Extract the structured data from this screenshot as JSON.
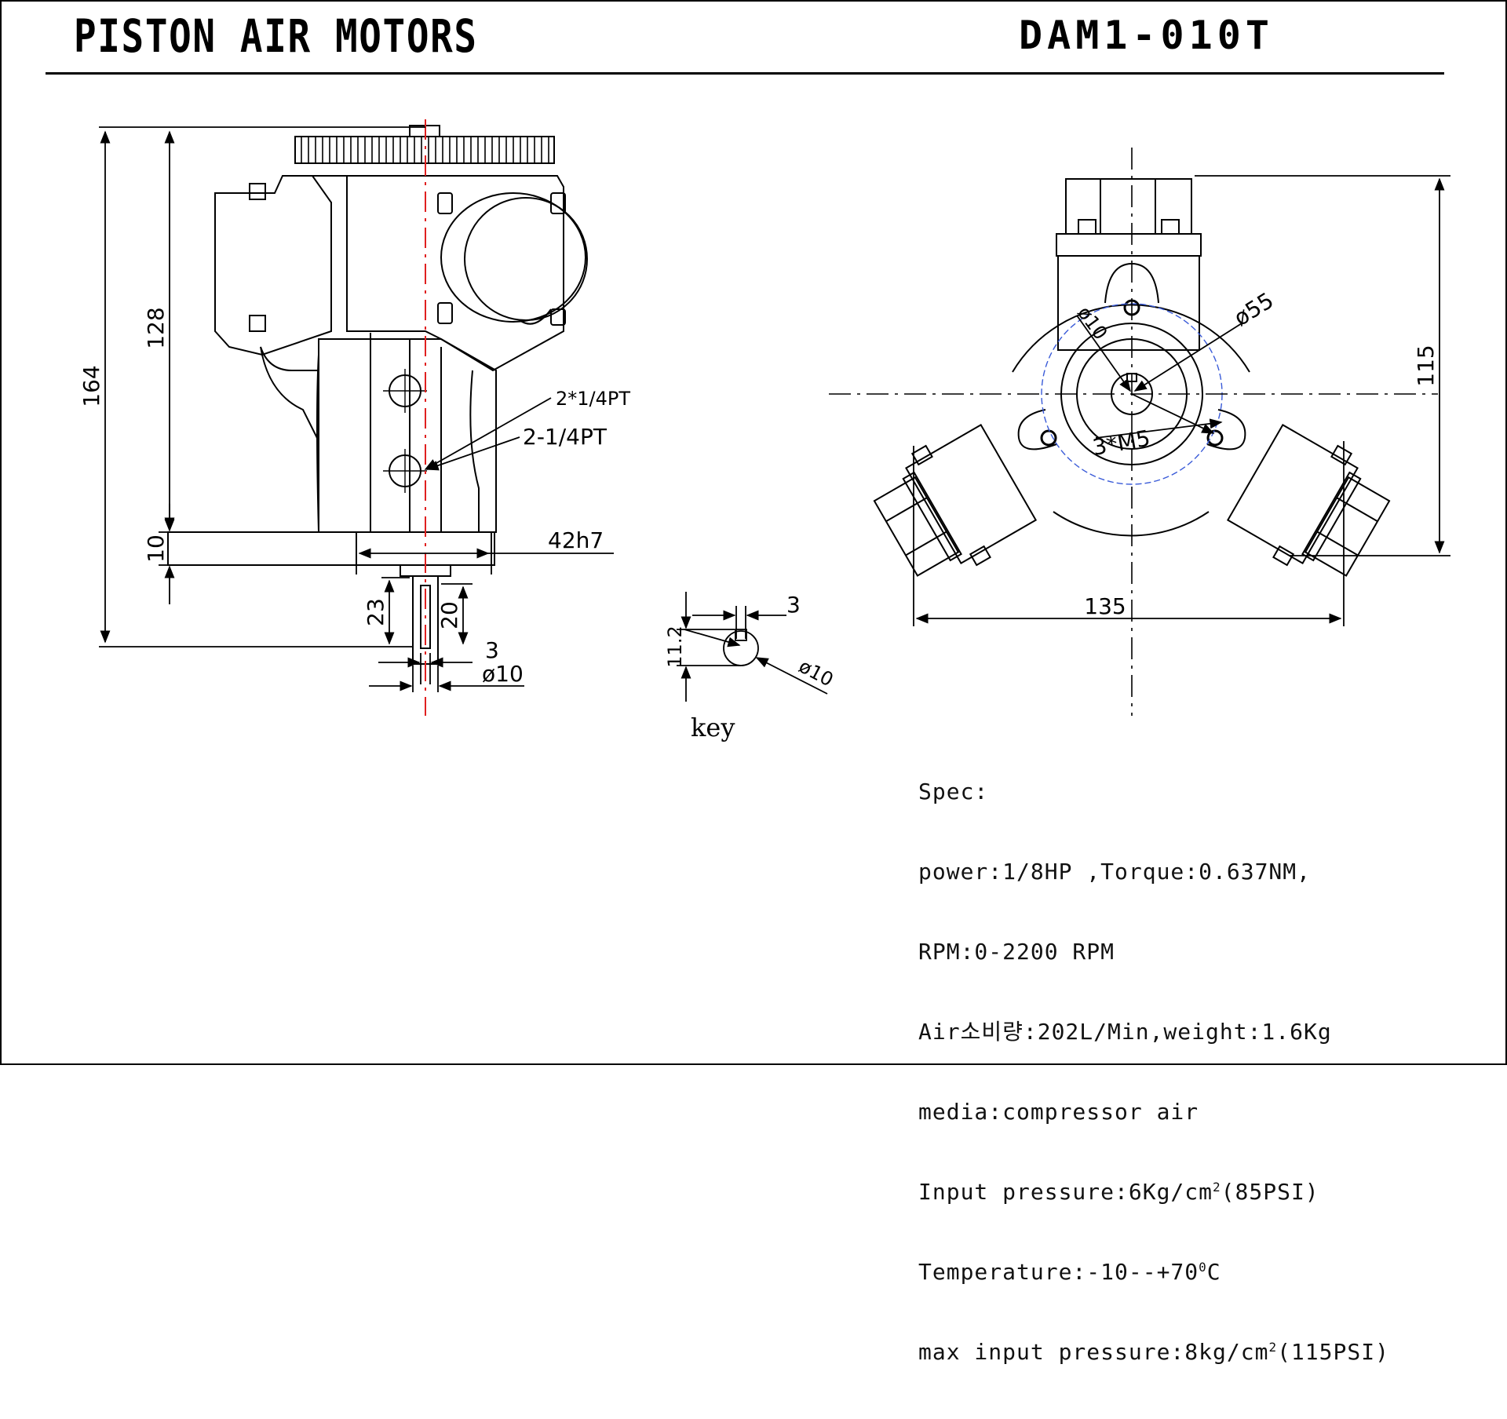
{
  "header": {
    "title": "PISTON AIR MOTORS",
    "model": "DAM1-010T"
  },
  "side_view": {
    "dim_overall_height": "164",
    "dim_body_height": "128",
    "dim_flange": "10",
    "dim_pilot": "42h7",
    "dim_shaft_23": "23",
    "dim_shaft_20": "20",
    "dim_key_width": "3",
    "dim_shaft_dia": "ø10",
    "port_a": "2*1/4PT",
    "port_b": "2-1/4PT"
  },
  "key_detail": {
    "label": "key",
    "dim_width": "3",
    "dim_depth": "11.2",
    "dim_dia": "ø10"
  },
  "front_view": {
    "dim_width": "135",
    "dim_height": "115",
    "dim_pcd": "ø55",
    "dim_pilot": "ø10",
    "dim_holes": "3*M5"
  },
  "spec": {
    "heading": "Spec:",
    "line1": "power:1/8HP ,Torque:0.637NM,",
    "line2": "RPM:0-2200 RPM",
    "line3": "Air소비량:202L/Min,weight:1.6Kg",
    "line4": "media:compressor air",
    "line5_pre": "Input pressure:6Kg/cm",
    "line5_sup": "2",
    "line5_post": "(85PSI)",
    "line6_pre": "Temperature:-10--+70",
    "line6_sup": "0",
    "line6_post": "C",
    "line7_pre": "max input pressure:8kg/cm",
    "line7_sup": "2",
    "line7_post": "(115PSI)"
  }
}
